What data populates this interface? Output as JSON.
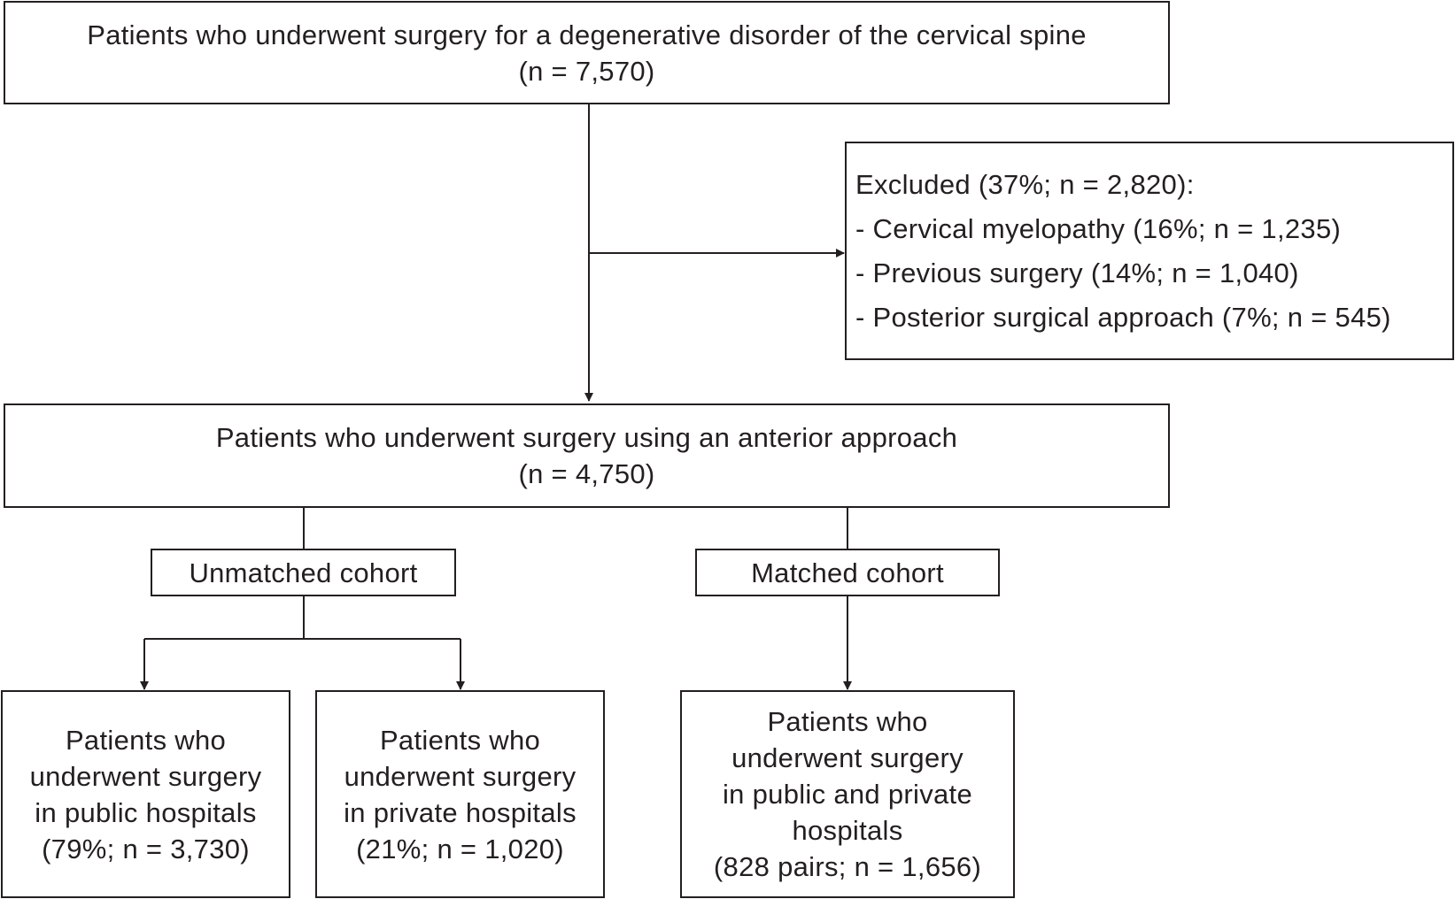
{
  "diagram": {
    "top_box": {
      "lines": [
        "Patients who underwent surgery for a degenerative disorder of the cervical spine",
        "(n = 7,570)"
      ]
    },
    "excluded_box": {
      "lines": [
        "Excluded (37%; n = 2,820):",
        "- Cervical myelopathy (16%; n = 1,235)",
        "- Previous surgery (14%; n = 1,040)",
        "- Posterior surgical approach (7%; n = 545)"
      ]
    },
    "anterior_box": {
      "lines": [
        "Patients who underwent surgery using an anterior approach",
        "(n = 4,750)"
      ]
    },
    "unmatched_label": "Unmatched cohort",
    "matched_label": "Matched cohort",
    "public_box": {
      "lines": [
        "Patients who",
        "underwent surgery",
        "in public hospitals",
        "(79%; n = 3,730)"
      ]
    },
    "private_box": {
      "lines": [
        "Patients who",
        "underwent surgery",
        "in private hospitals",
        "(21%; n = 1,020)"
      ]
    },
    "matched_box": {
      "lines": [
        "Patients who",
        "underwent surgery",
        "in public and private",
        "hospitals",
        "(828 pairs; n = 1,656)"
      ]
    }
  }
}
